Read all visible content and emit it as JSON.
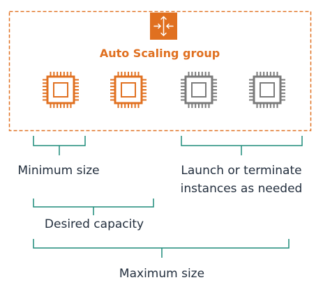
{
  "group": {
    "label": "Auto Scaling group",
    "icon": "auto-scaling-icon",
    "accent_color": "#e07020"
  },
  "instances": [
    {
      "icon": "ec2-chip-icon",
      "state": "running",
      "color": "#e07020"
    },
    {
      "icon": "ec2-chip-icon",
      "state": "running",
      "color": "#e07020"
    },
    {
      "icon": "ec2-chip-icon",
      "state": "potential",
      "color": "#7a7a7a"
    },
    {
      "icon": "ec2-chip-icon",
      "state": "potential",
      "color": "#7a7a7a"
    }
  ],
  "bracket_color": "#1d8b7a",
  "labels": {
    "minimum": "Minimum size",
    "launch_line1": "Launch or terminate",
    "launch_line2": "instances as needed",
    "desired": "Desired capacity",
    "maximum": "Maximum size"
  }
}
